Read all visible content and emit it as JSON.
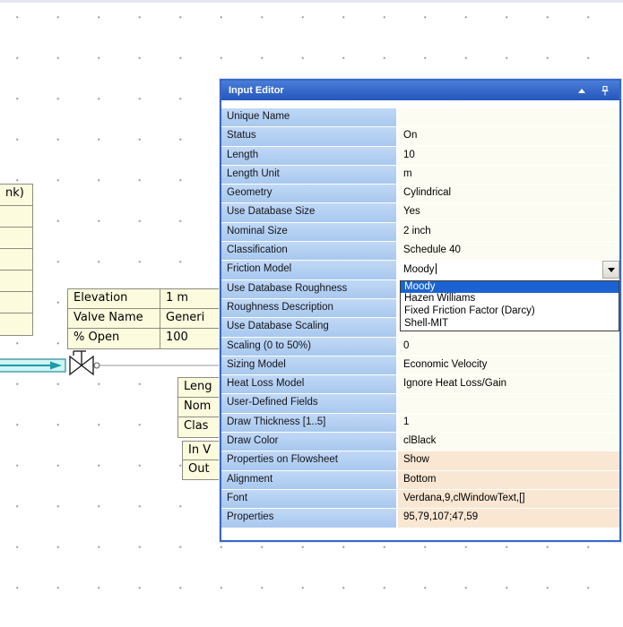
{
  "flowsheet": {
    "tank_table": {
      "visible_text": "nk)",
      "empty_rows": 6
    },
    "valve_table": {
      "rows": [
        {
          "label": "Elevation",
          "value": "1 m"
        },
        {
          "label": "Valve Name",
          "value": "Generi"
        },
        {
          "label": "% Open",
          "value": "100"
        }
      ]
    },
    "pipe_label_groups": [
      [
        "Leng",
        "Nom",
        "Clas"
      ],
      [
        "In V",
        "Out"
      ]
    ]
  },
  "input_editor": {
    "title": "Input Editor",
    "rows": [
      {
        "label": "Unique Name",
        "value": ""
      },
      {
        "label": "Status",
        "value": "On"
      },
      {
        "label": "Length",
        "value": "10"
      },
      {
        "label": "Length Unit",
        "value": "m"
      },
      {
        "label": "Geometry",
        "value": "Cylindrical"
      },
      {
        "label": "Use Database Size",
        "value": "Yes"
      },
      {
        "label": "Nominal Size",
        "value": "2 inch"
      },
      {
        "label": "Classification",
        "value": "Schedule 40"
      },
      {
        "label": "Friction Model",
        "value": "Moody",
        "editor": "combo"
      },
      {
        "label": "Use Database Roughness",
        "value": ""
      },
      {
        "label": "Roughness Description",
        "value": ""
      },
      {
        "label": "Use Database Scaling",
        "value": ""
      },
      {
        "label": "Scaling (0 to 50%)",
        "value": "0"
      },
      {
        "label": "Sizing Model",
        "value": "Economic Velocity"
      },
      {
        "label": "Heat Loss Model",
        "value": "Ignore Heat Loss/Gain"
      },
      {
        "label": "User-Defined Fields",
        "value": ""
      },
      {
        "label": "Draw Thickness [1..5]",
        "value": "1"
      },
      {
        "label": "Draw Color",
        "value": "clBlack"
      },
      {
        "label": "Properties on Flowsheet",
        "value": "Show",
        "highlight": true
      },
      {
        "label": "Alignment",
        "value": "Bottom",
        "highlight": true
      },
      {
        "label": "Font",
        "value": "Verdana,9,clWindowText,[]",
        "highlight": true
      },
      {
        "label": "Properties",
        "value": "95,79,107;47,59",
        "highlight": true
      }
    ],
    "dropdown": {
      "items": [
        "Moody",
        "Hazen Williams",
        "Fixed Friction Factor (Darcy)",
        "Shell-MIT"
      ],
      "selected_index": 0
    }
  },
  "colors": {
    "title_bar_top": "#4a7cd8",
    "title_bar_bottom": "#2457bd",
    "panel_border": "#3767c9",
    "label_cell": "#aecdf0",
    "value_cell": "#fdfcf2",
    "value_cell_highlight": "#f9e7d3",
    "dropdown_selection": "#1b63d2",
    "annotation_fill": "#fcfbde",
    "pipe_fill": "#cff5f5",
    "pipe_stroke": "#1f9aa8"
  }
}
